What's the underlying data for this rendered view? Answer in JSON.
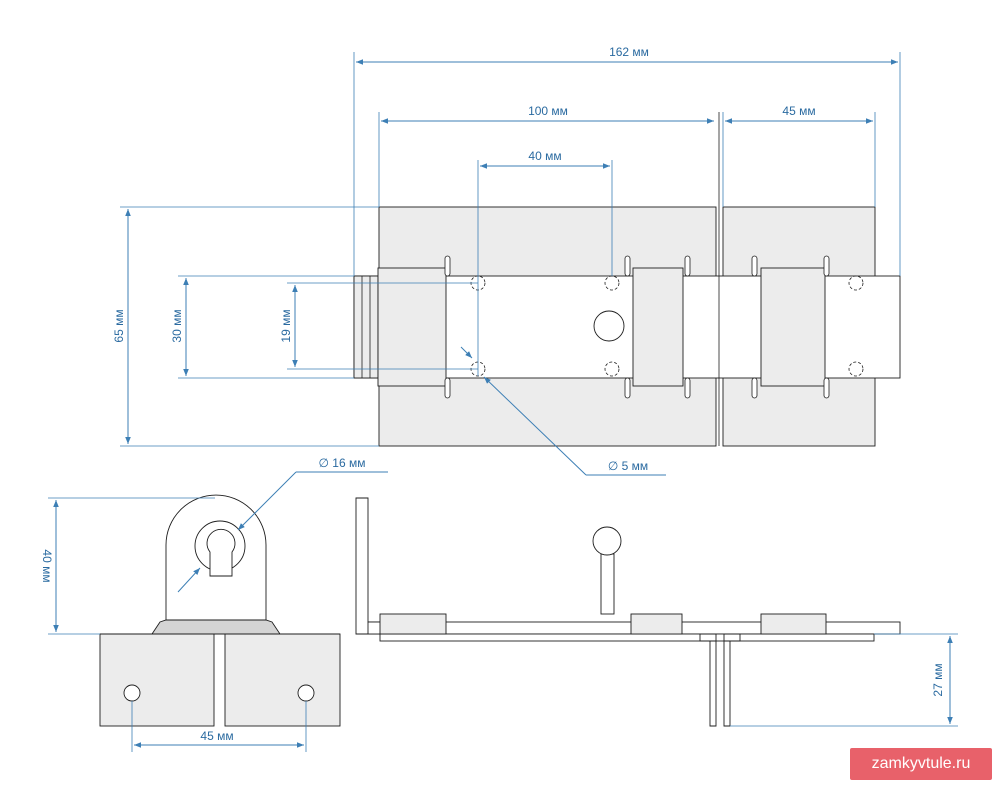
{
  "dimensions": {
    "overall_length": "162 мм",
    "plate_length": "100 мм",
    "hole_spacing": "40 мм",
    "keeper_length": "45 мм",
    "plate_height": "65 мм",
    "bolt_height": "30 мм",
    "hole_vertical_spacing": "19 мм",
    "hole_diameter": "∅ 5 мм",
    "bolt_diameter": "∅ 16 мм",
    "side_height": "40 мм",
    "base_hole_spacing": "45 мм",
    "keeper_depth": "27 мм"
  },
  "brand": {
    "label": "zamkyvtule.ru"
  },
  "colors": {
    "dimension": "#3d7fb5",
    "part_fill": "#ececec",
    "brand_badge": "#e8616a"
  }
}
